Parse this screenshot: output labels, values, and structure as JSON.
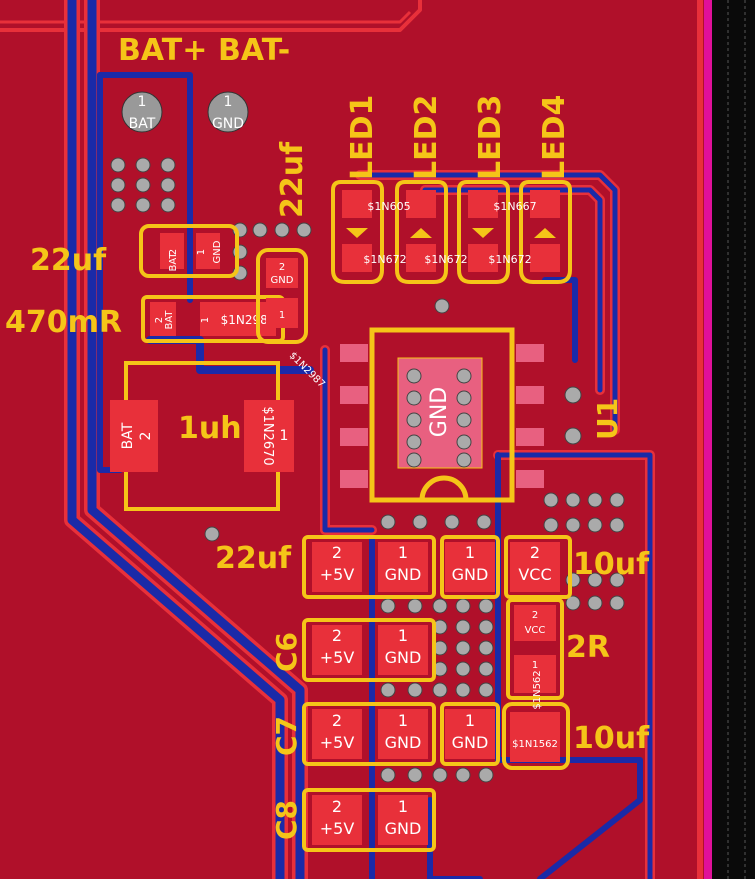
{
  "silkscreen": {
    "bat_plus": "BAT+",
    "bat_minus": "BAT-",
    "led1": "LED1",
    "led2": "LED2",
    "led3": "LED3",
    "led4": "LED4",
    "cap_22uf_top": "22uf",
    "cap_22uf_left": "22uf",
    "res_470mr": "470mR",
    "ind_1uh": "1uh",
    "cap_22uf_mid": "22uf",
    "c6": "C6",
    "c7": "C7",
    "c8": "C8",
    "cap_10uf_top": "10uf",
    "res_2r": "2R",
    "cap_10uf_bottom": "10uf",
    "u1": "U1"
  },
  "pads": {
    "bat_num": "1",
    "bat_name": "BAT",
    "gnd_num": "1",
    "gnd_name": "GND",
    "c22_p2": "2",
    "c22_p2_net": "BAT",
    "c22_p1": "1",
    "c22_p1_net": "GND",
    "r470_p2": "2",
    "r470_p2_net": "BAT",
    "r470_p1": "1",
    "r470_p1_net": "$1N2987",
    "c22t_p2": "2",
    "c22t_p2_net": "GND",
    "c22t_p1": "1",
    "l_p2": "2",
    "l_p2_net": "BAT",
    "l_p1": "1",
    "l_p1_net": "$1N2670",
    "led_top_nets": [
      "$1N605",
      "$1N667"
    ],
    "led_bot_nets": [
      "$1N672",
      "$1N672",
      "$1N672"
    ],
    "u1_net_left": "$1N2987",
    "gnd_center": "GND",
    "cap_a_num": "2",
    "cap_a_net": "+5V",
    "cap_b_num": "1",
    "cap_b_net": "GND",
    "cap_c_num": "1",
    "cap_c_net": "GND",
    "cap_d_num": "2",
    "cap_d_net": "VCC",
    "r2_p2": "2",
    "r2_p2_net": "VCC",
    "r2_p1": "1",
    "r2_p1_net": "$1N562",
    "c10_p1_net": "$1N1562"
  }
}
